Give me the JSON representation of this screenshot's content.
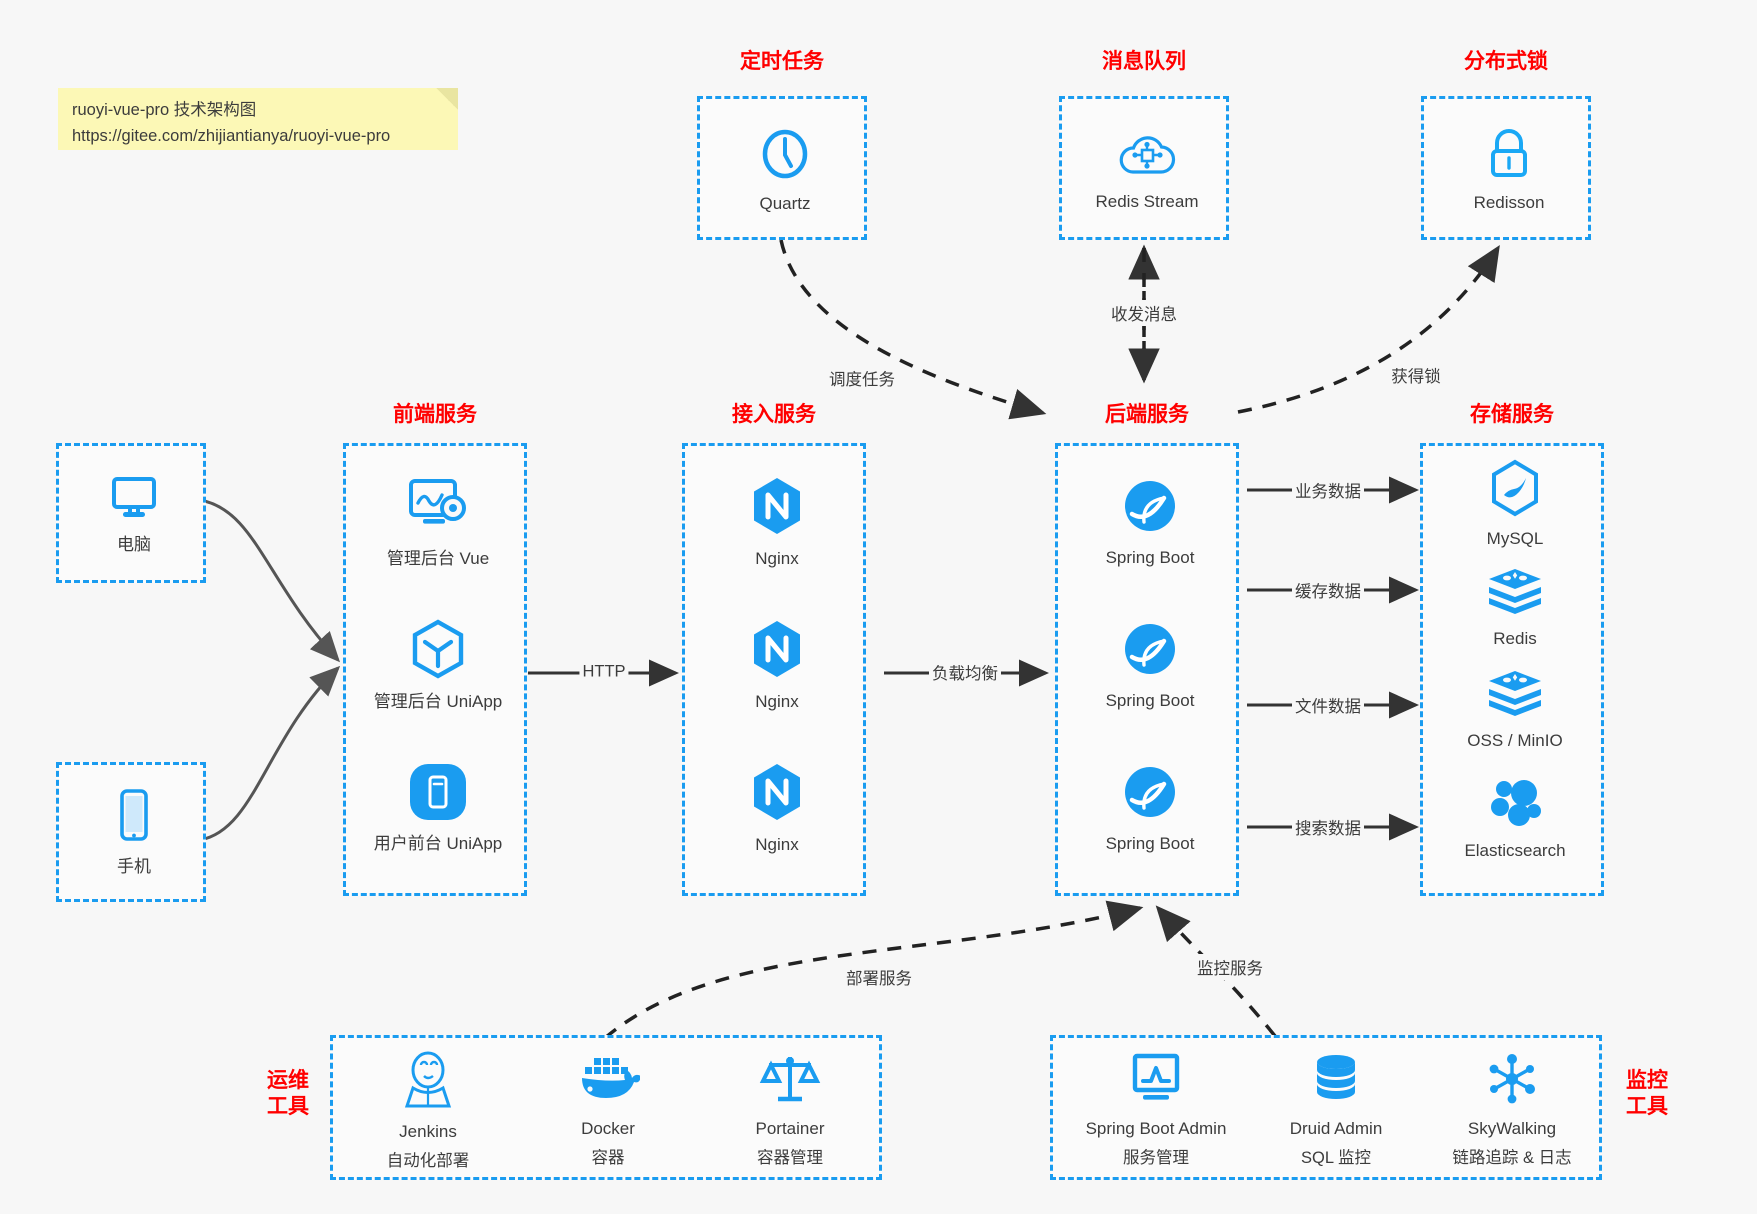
{
  "note": {
    "line1": "ruoyi-vue-pro 技术架构图",
    "line2": "https://gitee.com/zhijiantianya/ruoyi-vue-pro"
  },
  "colors": {
    "accent": "#1a9cf0",
    "title": "#ff0000",
    "text": "#3c3c3c",
    "background": "#f7f7f7",
    "note": "#fcf8b6",
    "arrow": "#333333"
  },
  "groups": {
    "scheduled_task": {
      "title": "定时任务",
      "items": [
        {
          "label": "Quartz",
          "icon": "clock-icon"
        }
      ]
    },
    "message_queue": {
      "title": "消息队列",
      "items": [
        {
          "label": "Redis Stream",
          "icon": "cloud-node-icon"
        }
      ]
    },
    "distributed_lock": {
      "title": "分布式锁",
      "items": [
        {
          "label": "Redisson",
          "icon": "lock-icon"
        }
      ]
    },
    "clients": {
      "items": [
        {
          "label": "电脑",
          "icon": "desktop-icon"
        },
        {
          "label": "手机",
          "icon": "mobile-icon"
        }
      ]
    },
    "frontend": {
      "title": "前端服务",
      "items": [
        {
          "label": "管理后台 Vue",
          "icon": "dashboard-gear-icon"
        },
        {
          "label": "管理后台 UniApp",
          "icon": "cube-icon"
        },
        {
          "label": "用户前台 UniApp",
          "icon": "app-rounded-icon"
        }
      ]
    },
    "gateway": {
      "title": "接入服务",
      "items": [
        {
          "label": "Nginx",
          "icon": "nginx-icon"
        },
        {
          "label": "Nginx",
          "icon": "nginx-icon"
        },
        {
          "label": "Nginx",
          "icon": "nginx-icon"
        }
      ]
    },
    "backend": {
      "title": "后端服务",
      "items": [
        {
          "label": "Spring Boot",
          "icon": "spring-boot-icon"
        },
        {
          "label": "Spring Boot",
          "icon": "spring-boot-icon"
        },
        {
          "label": "Spring Boot",
          "icon": "spring-boot-icon"
        }
      ]
    },
    "storage": {
      "title": "存储服务",
      "items": [
        {
          "label": "MySQL",
          "icon": "mysql-icon"
        },
        {
          "label": "Redis",
          "icon": "redis-icon"
        },
        {
          "label": "OSS / MinIO",
          "icon": "redis-icon"
        },
        {
          "label": "Elasticsearch",
          "icon": "elasticsearch-icon"
        }
      ]
    },
    "devops": {
      "title_line1": "运维",
      "title_line2": "工具",
      "items": [
        {
          "name": "Jenkins",
          "desc": "自动化部署",
          "icon": "jenkins-icon"
        },
        {
          "name": "Docker",
          "desc": "容器",
          "icon": "docker-icon"
        },
        {
          "name": "Portainer",
          "desc": "容器管理",
          "icon": "scales-icon"
        }
      ]
    },
    "monitoring": {
      "title_line1": "监控",
      "title_line2": "工具",
      "items": [
        {
          "name": "Spring Boot Admin",
          "desc": "服务管理",
          "icon": "monitor-chart-icon"
        },
        {
          "name": "Druid Admin",
          "desc": "SQL 监控",
          "icon": "database-icon"
        },
        {
          "name": "SkyWalking",
          "desc": "链路追踪 & 日志",
          "icon": "skywalking-icon"
        }
      ]
    }
  },
  "edges": [
    {
      "id": "http",
      "label": "HTTP"
    },
    {
      "id": "load-balance",
      "label": "负载均衡"
    },
    {
      "id": "schedule-task",
      "label": "调度任务"
    },
    {
      "id": "send-receive-message",
      "label": "收发消息"
    },
    {
      "id": "acquire-lock",
      "label": "获得锁"
    },
    {
      "id": "business-data",
      "label": "业务数据"
    },
    {
      "id": "cache-data",
      "label": "缓存数据"
    },
    {
      "id": "file-data",
      "label": "文件数据"
    },
    {
      "id": "search-data",
      "label": "搜索数据"
    },
    {
      "id": "deploy-service",
      "label": "部署服务"
    },
    {
      "id": "monitor-service",
      "label": "监控服务"
    }
  ]
}
